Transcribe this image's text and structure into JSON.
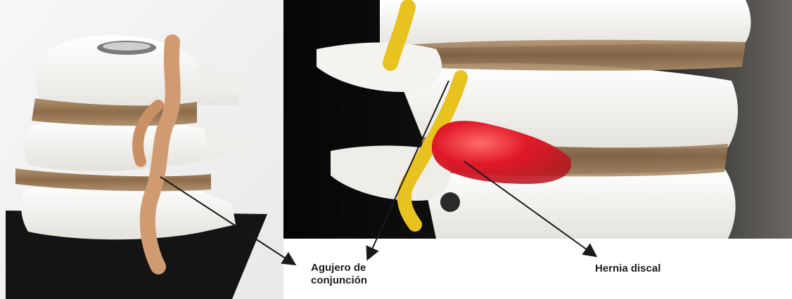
{
  "annotations": {
    "foramen_line1": "Agujero de",
    "foramen_line2": "conjunción",
    "hernia": "Hernia discal"
  },
  "colors": {
    "bone": "#f3f2ee",
    "disc": "#9c7a55",
    "nerve_left": "#d19b72",
    "nerve_right": "#e8c320",
    "herniation": "#e01828",
    "right_background": "#0b0b0b",
    "left_background": "#f2f2f2",
    "base_plate": "#141414",
    "arrow": "#1a1a1a"
  }
}
